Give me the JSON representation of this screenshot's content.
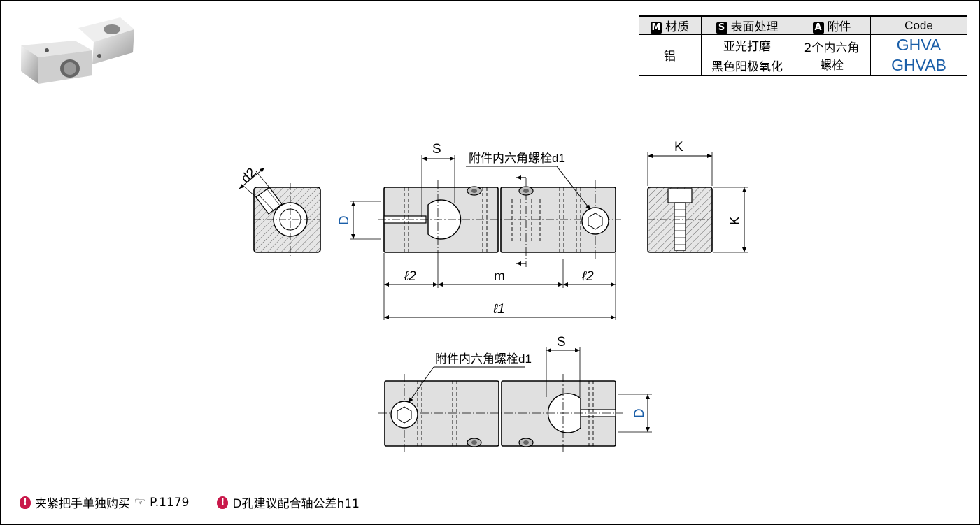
{
  "table": {
    "headers": [
      {
        "badge": "M",
        "label": "材质"
      },
      {
        "badge": "S",
        "label": "表面处理"
      },
      {
        "badge": "A",
        "label": "附件"
      },
      {
        "label": "Code"
      }
    ],
    "material": "铝",
    "surface": [
      "亚光打磨",
      "黑色阳极氧化"
    ],
    "accessory_line1": "2个内六角",
    "accessory_line2": "螺栓",
    "codes": [
      "GHVA",
      "GHVAB"
    ]
  },
  "drawing": {
    "labels": {
      "d2": "d2",
      "S_top": "S",
      "D_top": "D",
      "K_top": "K",
      "K_side": "K",
      "l2_left": "ℓ2",
      "m": "m",
      "l2_right": "ℓ2",
      "l1": "ℓ1",
      "S_bottom": "S",
      "D_bottom": "D"
    },
    "callout_top": "附件内六角螺栓d1",
    "callout_bottom": "附件内六角螺栓d1"
  },
  "notes": [
    {
      "text": "夹紧把手单独购买",
      "ref": "P.1179"
    },
    {
      "text": "D孔建议配合轴公差h11"
    }
  ],
  "colors": {
    "accent": "#1a5ea8",
    "note_icon": "#c9184a",
    "part_fill": "#e0e0e0"
  }
}
